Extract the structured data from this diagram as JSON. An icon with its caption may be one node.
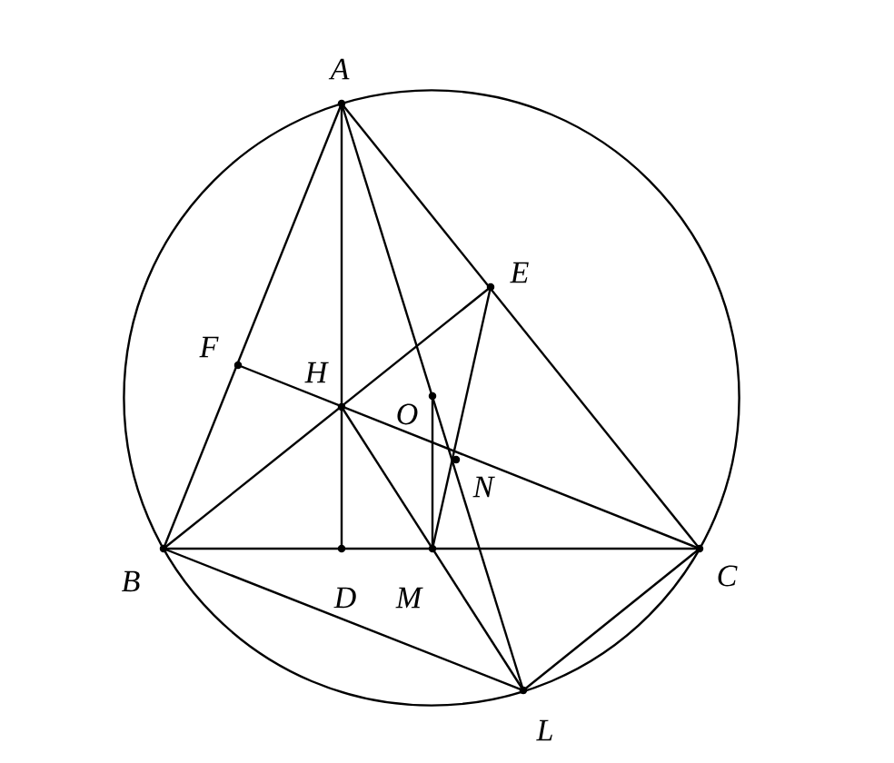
{
  "diagram": {
    "nodes": [
      {
        "text": [
          "A"
        ]
      },
      {
        "text": [
          "E"
        ]
      },
      {
        "text": [
          "F"
        ]
      },
      {
        "text": [
          "H"
        ]
      },
      {
        "text": [
          "O"
        ]
      },
      {
        "text": [
          "N"
        ]
      },
      {
        "text": [
          "B"
        ]
      },
      {
        "text": [
          "D"
        ]
      },
      {
        "text": [
          "M"
        ]
      },
      {
        "text": [
          "C"
        ]
      },
      {
        "text": [
          "L"
        ]
      }
    ],
    "edges": [
      {
        "from": 0,
        "to": 6,
        "arrow": "none"
      },
      {
        "from": 0,
        "to": 7,
        "arrow": "none"
      },
      {
        "from": 0,
        "to": 10,
        "arrow": "none"
      },
      {
        "from": 0,
        "to": 9,
        "arrow": "none"
      },
      {
        "from": 6,
        "to": 1,
        "arrow": "none"
      },
      {
        "from": 2,
        "to": 9,
        "arrow": "none"
      },
      {
        "from": 6,
        "to": 9,
        "arrow": "none"
      },
      {
        "from": 6,
        "to": 10,
        "arrow": "none"
      },
      {
        "from": 9,
        "to": 10,
        "arrow": "none"
      },
      {
        "from": 3,
        "to": 10,
        "arrow": "none"
      },
      {
        "from": 4,
        "to": 8,
        "arrow": "none"
      },
      {
        "from": 1,
        "to": 8,
        "arrow": "none"
      }
    ]
  }
}
